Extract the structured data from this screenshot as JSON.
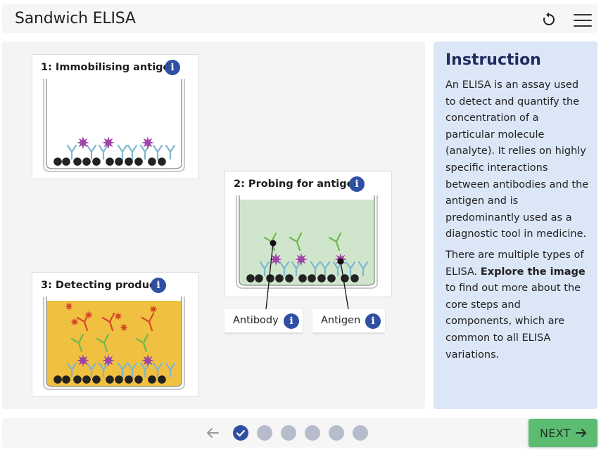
{
  "header": {
    "title": "Sandwich ELISA",
    "reset_icon": "reset-icon",
    "menu_icon": "hamburger-menu-icon"
  },
  "stage": {
    "cards": [
      {
        "label": "1: Immobilising antigen",
        "info_icon": "info-icon"
      },
      {
        "label": "2: Probing for antigen",
        "info_icon": "info-icon"
      },
      {
        "label": "3: Detecting product",
        "info_icon": "info-icon"
      }
    ],
    "callouts": [
      {
        "label": "Antibody",
        "info_icon": "info-icon"
      },
      {
        "label": "Antigen",
        "info_icon": "info-icon"
      }
    ],
    "info_glyph": "i"
  },
  "instruction": {
    "title": "Instruction",
    "p1": "An ELISA is an assay used to detect and quantify the concentration of a particular molecule (analyte). It relies on highly specific interactions between antibodies and the antigen and is predominantly used as a diagnostic tool in medicine.",
    "p2_pre": "There are multiple types of ELISA. ",
    "p2_bold": "Explore the image",
    "p2_post": " to find out more about the core steps and components, which are common to all ELISA variations."
  },
  "footer": {
    "back_icon": "arrow-left-icon",
    "steps_total": 6,
    "steps_completed": 1,
    "check_icon": "checkmark-icon",
    "next_label": "NEXT",
    "next_icon": "arrow-right-icon"
  },
  "colors": {
    "accent_blue": "#2f4fa3",
    "next_green": "#5cbd72",
    "instruction_bg": "#dbe6f6",
    "probe_fill": "#cfe6cc",
    "detect_fill": "#f0c040",
    "antigen_purple": "#a043a8",
    "capture_antibody_blue": "#7fb6cf",
    "detection_antibody_green": "#6fb84f",
    "product_red": "#d64a2a",
    "bead_black": "#222222"
  }
}
